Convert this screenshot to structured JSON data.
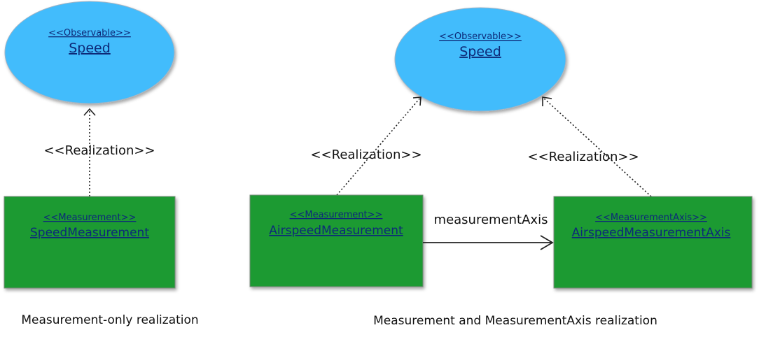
{
  "left_panel": {
    "observable": {
      "stereotype": "<<Observable>>",
      "name": "Speed"
    },
    "measurement": {
      "stereotype": "<<Measurement>>",
      "name": "SpeedMeasurement"
    },
    "realization_label": "<<Realization>>",
    "caption": "Measurement-only realization"
  },
  "right_panel": {
    "observable": {
      "stereotype": "<<Observable>>",
      "name": "Speed"
    },
    "measurement": {
      "stereotype": "<<Measurement>>",
      "name": "AirspeedMeasurement"
    },
    "measurement_axis": {
      "stereotype": "<<MeasurementAxis>>",
      "name": "AirspeedMeasurementAxis"
    },
    "realization_label_1": "<<Realization>>",
    "realization_label_2": "<<Realization>>",
    "association_label": "measurementAxis",
    "caption": "Measurement and MeasurementAxis realization"
  },
  "colors": {
    "observable_fill": "#42bcfc",
    "measurement_fill": "#1f9a33",
    "text_blue": "#0d2a78"
  }
}
